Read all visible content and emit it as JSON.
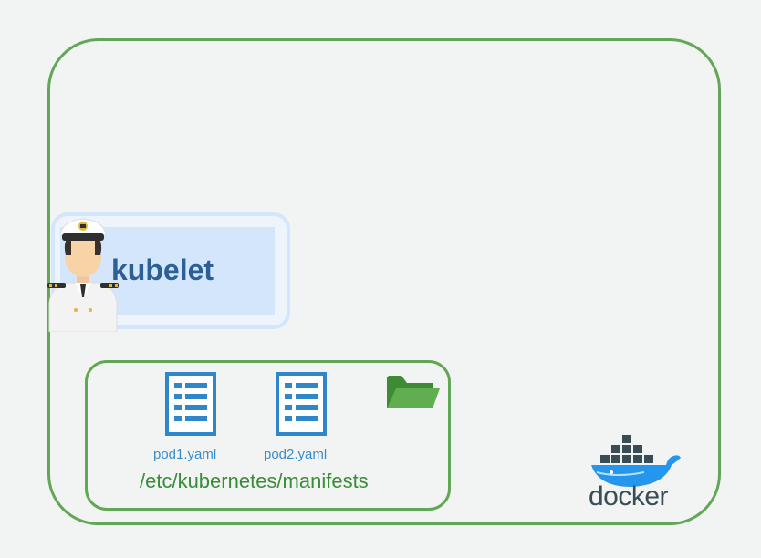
{
  "kubelet": {
    "label": "kubelet"
  },
  "manifests": {
    "files": [
      {
        "name": "pod1.yaml"
      },
      {
        "name": "pod2.yaml"
      }
    ],
    "path": "/etc/kubernetes/manifests"
  },
  "docker": {
    "label": "docker"
  },
  "colors": {
    "node_border": "#62a755",
    "kubelet_fill": "#d4e6fb",
    "kubelet_text": "#2c5f96",
    "file_icon": "#2f86c8",
    "path_text": "#3a8c3a",
    "folder": "#4a9e3f",
    "docker_blue": "#2496ed"
  },
  "icons": {
    "captain": "captain-icon",
    "file": "document-list-icon",
    "folder": "folder-open-icon",
    "docker": "docker-whale-icon"
  }
}
